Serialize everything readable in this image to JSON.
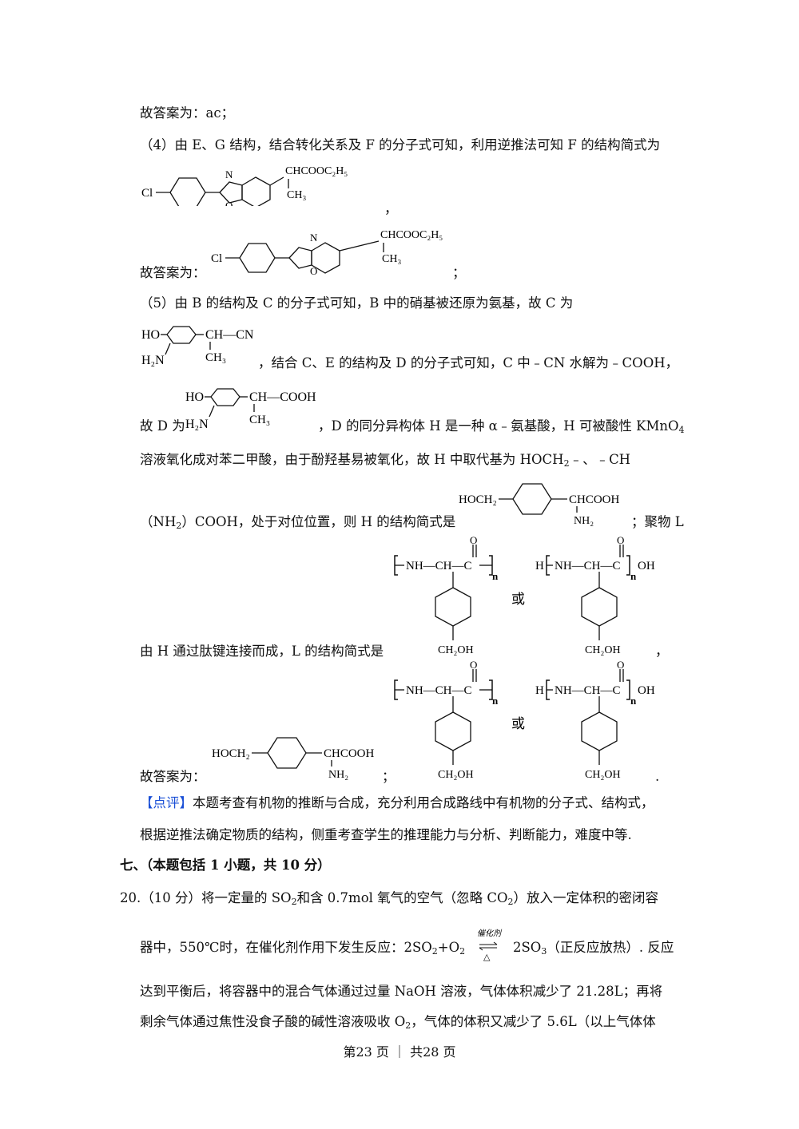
{
  "lines": {
    "l1": "故答案为：ac；",
    "l2": "（4）由 E、G 结构，结合转化关系及 F 的分子式可知，利用逆推法可知 F 的结构简式为",
    "l3_comma": "，",
    "l4_prefix": "故答案为：",
    "l4_suffix": "；",
    "l5": "（5）由 B 的结构及 C 的分子式可知，B 中的硝基被还原为氨基，故 C 为",
    "l6": "，结合 C、E 的结构及 D 的分子式可知，C 中﹣CN 水解为﹣COOH，",
    "l7_prefix": "故 D 为",
    "l7_text": "，D 的同分异构体 H 是一种 α﹣氨基酸，H 可被酸性 KMnO",
    "l7_sub": "4",
    "l8_a": "溶液氧化成对苯二甲酸，由于酚羟基易被氧化，故 H 中取代基为 HOCH",
    "l8_sub": "2",
    "l8_b": "﹣、﹣CH",
    "l9_a": "（NH",
    "l9_sub": "2",
    "l9_b": "）COOH，处于对位位置，则 H 的结构简式是",
    "l9_c": "；聚物 L",
    "l10": "由 H 通过肽键连接而成，L 的结构简式是",
    "l10_comma": "，",
    "l11_prefix": "故答案为：",
    "l11_semi": "；",
    "l11_period": ".",
    "comment_tag": "【点评】",
    "comment_1": "本题考查有机物的推断与合成，充分利用合成路线中有机物的分子式、结构式，",
    "comment_2": "根据逆推法确定物质的结构，侧重考查学生的推理能力与分析、判断能力，难度中等.",
    "section": "七、（本题包括 1 小题，共 10 分）",
    "q20_1a": "20.（10 分）将一定量的 SO",
    "q20_1b": "和含 0.7mol 氧气的空气（忽略 CO",
    "q20_1c": "）放入一定体积的密闭容",
    "q20_2a": "器中，550℃时，在催化剂作用下发生反应：2SO",
    "q20_2b": "+O",
    "q20_2c": "2SO",
    "q20_2d": "（正反应放热）. 反应",
    "q20_cat": "催化剂",
    "q20_heat": "△",
    "q20_3": "达到平衡后，将容器中的混合气体通过过量 NaOH 溶液，气体体积减少了 21.28L；再将",
    "q20_4a": "剩余气体通过焦性没食子酸的碱性溶液吸收 O",
    "q20_4b": "，气体的体积又减少了 5.6L（以上气体体",
    "sub2": "2",
    "sub3": "3"
  },
  "structures": {
    "cl": "Cl",
    "n": "N",
    "o": "O",
    "f_side_top": "CHCOOC₂H₅",
    "f_side_bottom": "CH₃",
    "ho": "HO",
    "h2n": "H₂N",
    "ch_cn": "CH—CN",
    "ch_cooh": "CH—COOH",
    "ch3": "CH₃",
    "hoch2": "HOCH₂",
    "chcooh": "CHCOOH",
    "nh2": "NH₂",
    "nh_ch_c": "NH—CH—C",
    "h_label": "H",
    "oh_label": "OH",
    "n_label": "n",
    "o_label": "O",
    "ch2oh": "CH₂OH",
    "or": "或"
  },
  "footer": "第23 页 ｜ 共28 页"
}
